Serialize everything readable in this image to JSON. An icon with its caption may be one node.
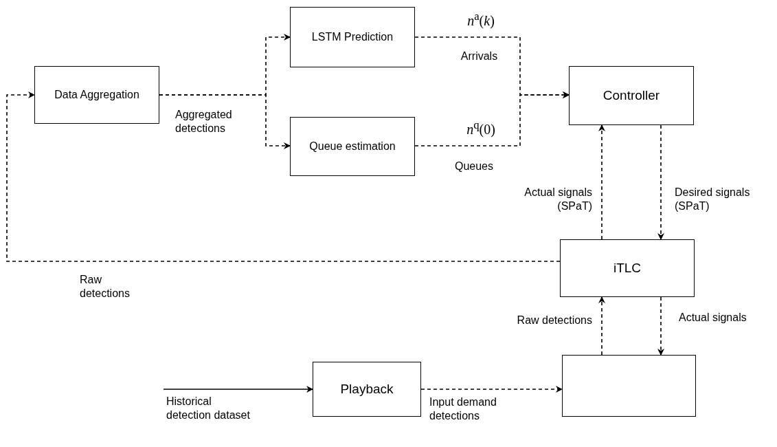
{
  "diagram": {
    "nodes": [
      {
        "text": [
          "Data Aggregation"
        ]
      },
      {
        "text": [
          "LSTM Prediction"
        ]
      },
      {
        "text": [
          "Queue estimation"
        ]
      },
      {
        "text": [
          "Controller"
        ]
      },
      {
        "text": [
          "iTLC"
        ]
      },
      {
        "text": [
          "Playback"
        ]
      },
      {
        "text": [],
        "shape": "box"
      }
    ],
    "edges": [
      {
        "from": 0,
        "to": 1,
        "arrow": "to",
        "style": "dashed"
      },
      {
        "from": 0,
        "to": 2,
        "arrow": "to",
        "style": "dashed"
      },
      {
        "from": 1,
        "to": 3,
        "arrow": "to",
        "style": "dashed",
        "label": "Arrivals"
      },
      {
        "from": 2,
        "to": 3,
        "arrow": "to",
        "style": "dashed",
        "label": "Queues"
      },
      {
        "from": 3,
        "to": 4,
        "arrow": "to",
        "style": "dashed",
        "label": "Desired signals (SPaT)"
      },
      {
        "from": 4,
        "to": 3,
        "arrow": "to",
        "style": "dashed",
        "label": "Actual signals (SPaT)"
      },
      {
        "from": 4,
        "to": 0,
        "arrow": "to",
        "style": "dashed",
        "label": "Raw detections"
      },
      {
        "from": 4,
        "to": 6,
        "arrow": "to",
        "style": "dashed",
        "label": "Actual signals"
      },
      {
        "from": 6,
        "to": 4,
        "arrow": "to",
        "style": "dashed",
        "label": "Raw detections"
      },
      {
        "from": null,
        "to": 5,
        "arrow": "to",
        "label": "Historical detection dataset"
      },
      {
        "from": 5,
        "to": 6,
        "arrow": "to",
        "style": "dashed",
        "label": "Input demand detections"
      }
    ],
    "labels": [
      "Aggregated detections",
      "*n*$^{a}$(*k*)",
      "*n*$^{q}$(0)"
    ]
  }
}
